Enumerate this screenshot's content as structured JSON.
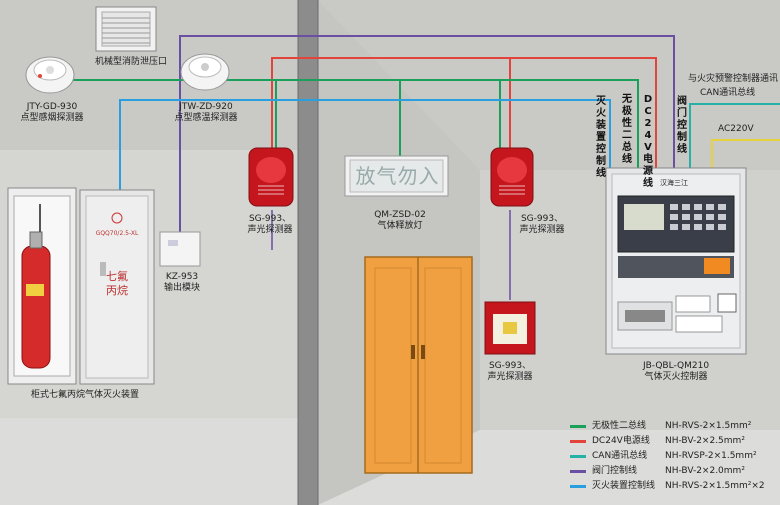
{
  "colors": {
    "wall": "#c9c9c6",
    "floor": "#dcdcda",
    "pillar": "#8c8c8c",
    "bus_nonpolar": "#1aa05a",
    "dc24v": "#e2443c",
    "can": "#27b0a8",
    "valve": "#6a4fa3",
    "extinguish_control": "#2a9fe0",
    "door": "#f0a040",
    "cabinet": "#e4e6e8"
  },
  "devices": {
    "smoke_detector": {
      "model": "JTY-GD-930",
      "name": "点型感烟探测器"
    },
    "vent": {
      "name": "机械型消防泄压口"
    },
    "heat_detector": {
      "model": "JTW-ZD-920",
      "name": "点型感温探测器"
    },
    "alarm_left": {
      "model": "SG-993、",
      "name": "声光探测器"
    },
    "output_module": {
      "model": "KZ-953",
      "name": "输出模块"
    },
    "release_light": {
      "model": "QM-ZSD-02",
      "name": "气体释放灯",
      "sign": "放气勿入"
    },
    "alarm_mid": {
      "model": "SG-993、",
      "name": "声光探测器"
    },
    "manual_station": {
      "model": "SG-993、",
      "name": "声光探测器"
    },
    "controller": {
      "model": "JB-QBL-QM210",
      "name": "气体灭火控制器",
      "brand": "汉海三江"
    },
    "cabinet_unit": {
      "name": "柜式七氟丙烷气体灭火装置",
      "panel_text": "七氟丙烷",
      "panel_code": "GQQ70/2.5-XL"
    }
  },
  "bus_labels": {
    "extinguish_ctrl": "灭火装置控制线",
    "nonpolar": "无极性二总线",
    "dc24v": "DC24V电源线",
    "valve": "阀门控制线",
    "linkage_1": "与火灾预警控制器通讯",
    "linkage_2": "CAN通讯总线",
    "ac": "AC220V"
  },
  "legend": [
    {
      "name": "无极性二总线",
      "spec": "NH-RVS-2×1.5mm²",
      "color": "#1aa05a"
    },
    {
      "name": "DC24V电源线",
      "spec": "NH-BV-2×2.5mm²",
      "color": "#e2443c"
    },
    {
      "name": "CAN通讯总线",
      "spec": "NH-RVSP-2×1.5mm²",
      "color": "#27b0a8"
    },
    {
      "name": "阀门控制线",
      "spec": "NH-BV-2×2.0mm²",
      "color": "#6a4fa3"
    },
    {
      "name": "灭火装置控制线",
      "spec": "NH-RVS-2×1.5mm²×2",
      "color": "#2a9fe0"
    }
  ]
}
